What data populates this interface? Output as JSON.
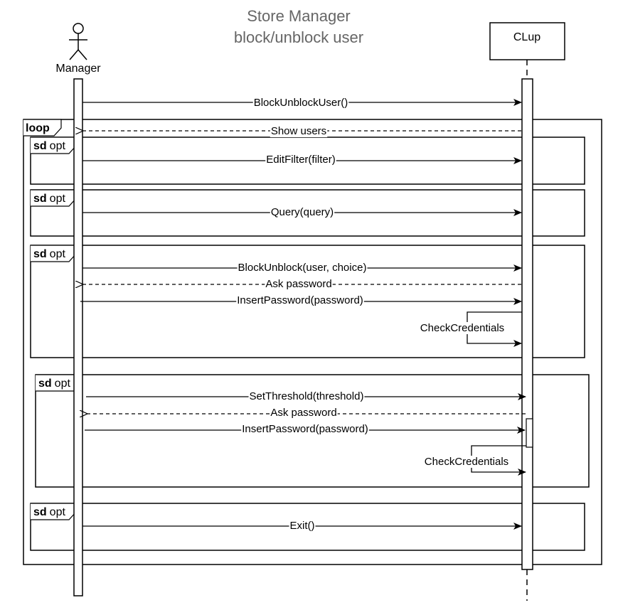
{
  "title": {
    "line1": "Store Manager",
    "line2": "block/unblock user"
  },
  "actors": {
    "manager": "Manager",
    "system": "CLup"
  },
  "frames": {
    "loop": "loop",
    "sd_keyword": "sd",
    "opt_keyword": "opt"
  },
  "messages": {
    "block_unblock_user": "BlockUnblockUser()",
    "show_users": "Show users",
    "edit_filter": "EditFilter(filter)",
    "query": "Query(query)",
    "block_unblock": "BlockUnblock(user, choice)",
    "ask_password_1": "Ask password",
    "insert_password_1": "InsertPassword(password)",
    "check_credentials_1": "CheckCredentials",
    "set_threshold": "SetThreshold(threshold)",
    "ask_password_2": "Ask password",
    "insert_password_2": "InsertPassword(password)",
    "check_credentials_2": "CheckCredentials",
    "exit": "Exit()"
  },
  "colors": {
    "line": "#000000",
    "title": "#666666",
    "background": "#ffffff"
  }
}
